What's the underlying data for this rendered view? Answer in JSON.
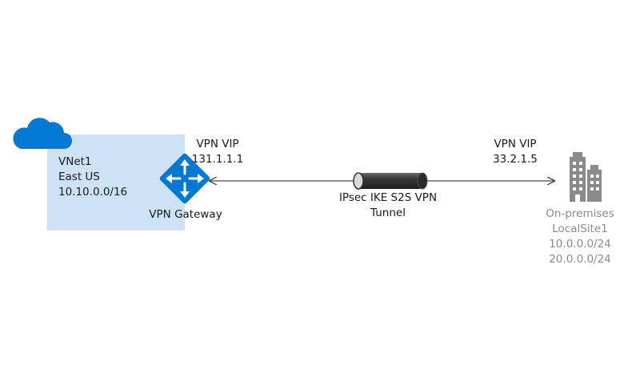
{
  "vnet": {
    "name": "VNet1",
    "region": "East US",
    "address_space": "10.10.0.0/16"
  },
  "gateway": {
    "label": "VPN Gateway",
    "vip_label": "VPN VIP",
    "vip_value": "131.1.1.1"
  },
  "tunnel": {
    "line1": "IPsec IKE S2S VPN",
    "line2": "Tunnel"
  },
  "remote": {
    "vip_label": "VPN VIP",
    "vip_value": "33.2.1.5",
    "name": "On-premises",
    "site": "LocalSite1",
    "prefix1": "10.0.0.0/24",
    "prefix2": "20.0.0.0/24"
  },
  "colors": {
    "vnet_fill": "#cde3f5",
    "azure_blue": "#0078d4",
    "building_grey": "#8a8a8a",
    "line": "#444444"
  },
  "icons": [
    "cloud-icon",
    "vpn-gateway-icon",
    "tunnel-pipe-icon",
    "building-icon"
  ]
}
